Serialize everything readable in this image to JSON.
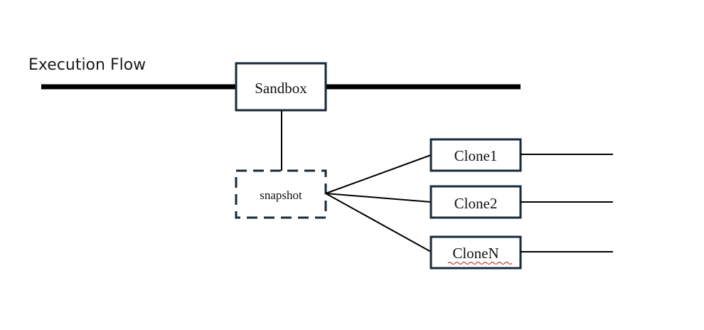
{
  "diagram": {
    "title": "Execution Flow",
    "sandbox_label": "Sandbox",
    "snapshot_label": "snapshot",
    "clones": [
      {
        "label": "Clone1"
      },
      {
        "label": "Clone2"
      },
      {
        "label": "CloneN"
      }
    ],
    "colors": {
      "stroke": "#17293a",
      "line": "#000000",
      "spellcheck": "#e03030"
    }
  }
}
